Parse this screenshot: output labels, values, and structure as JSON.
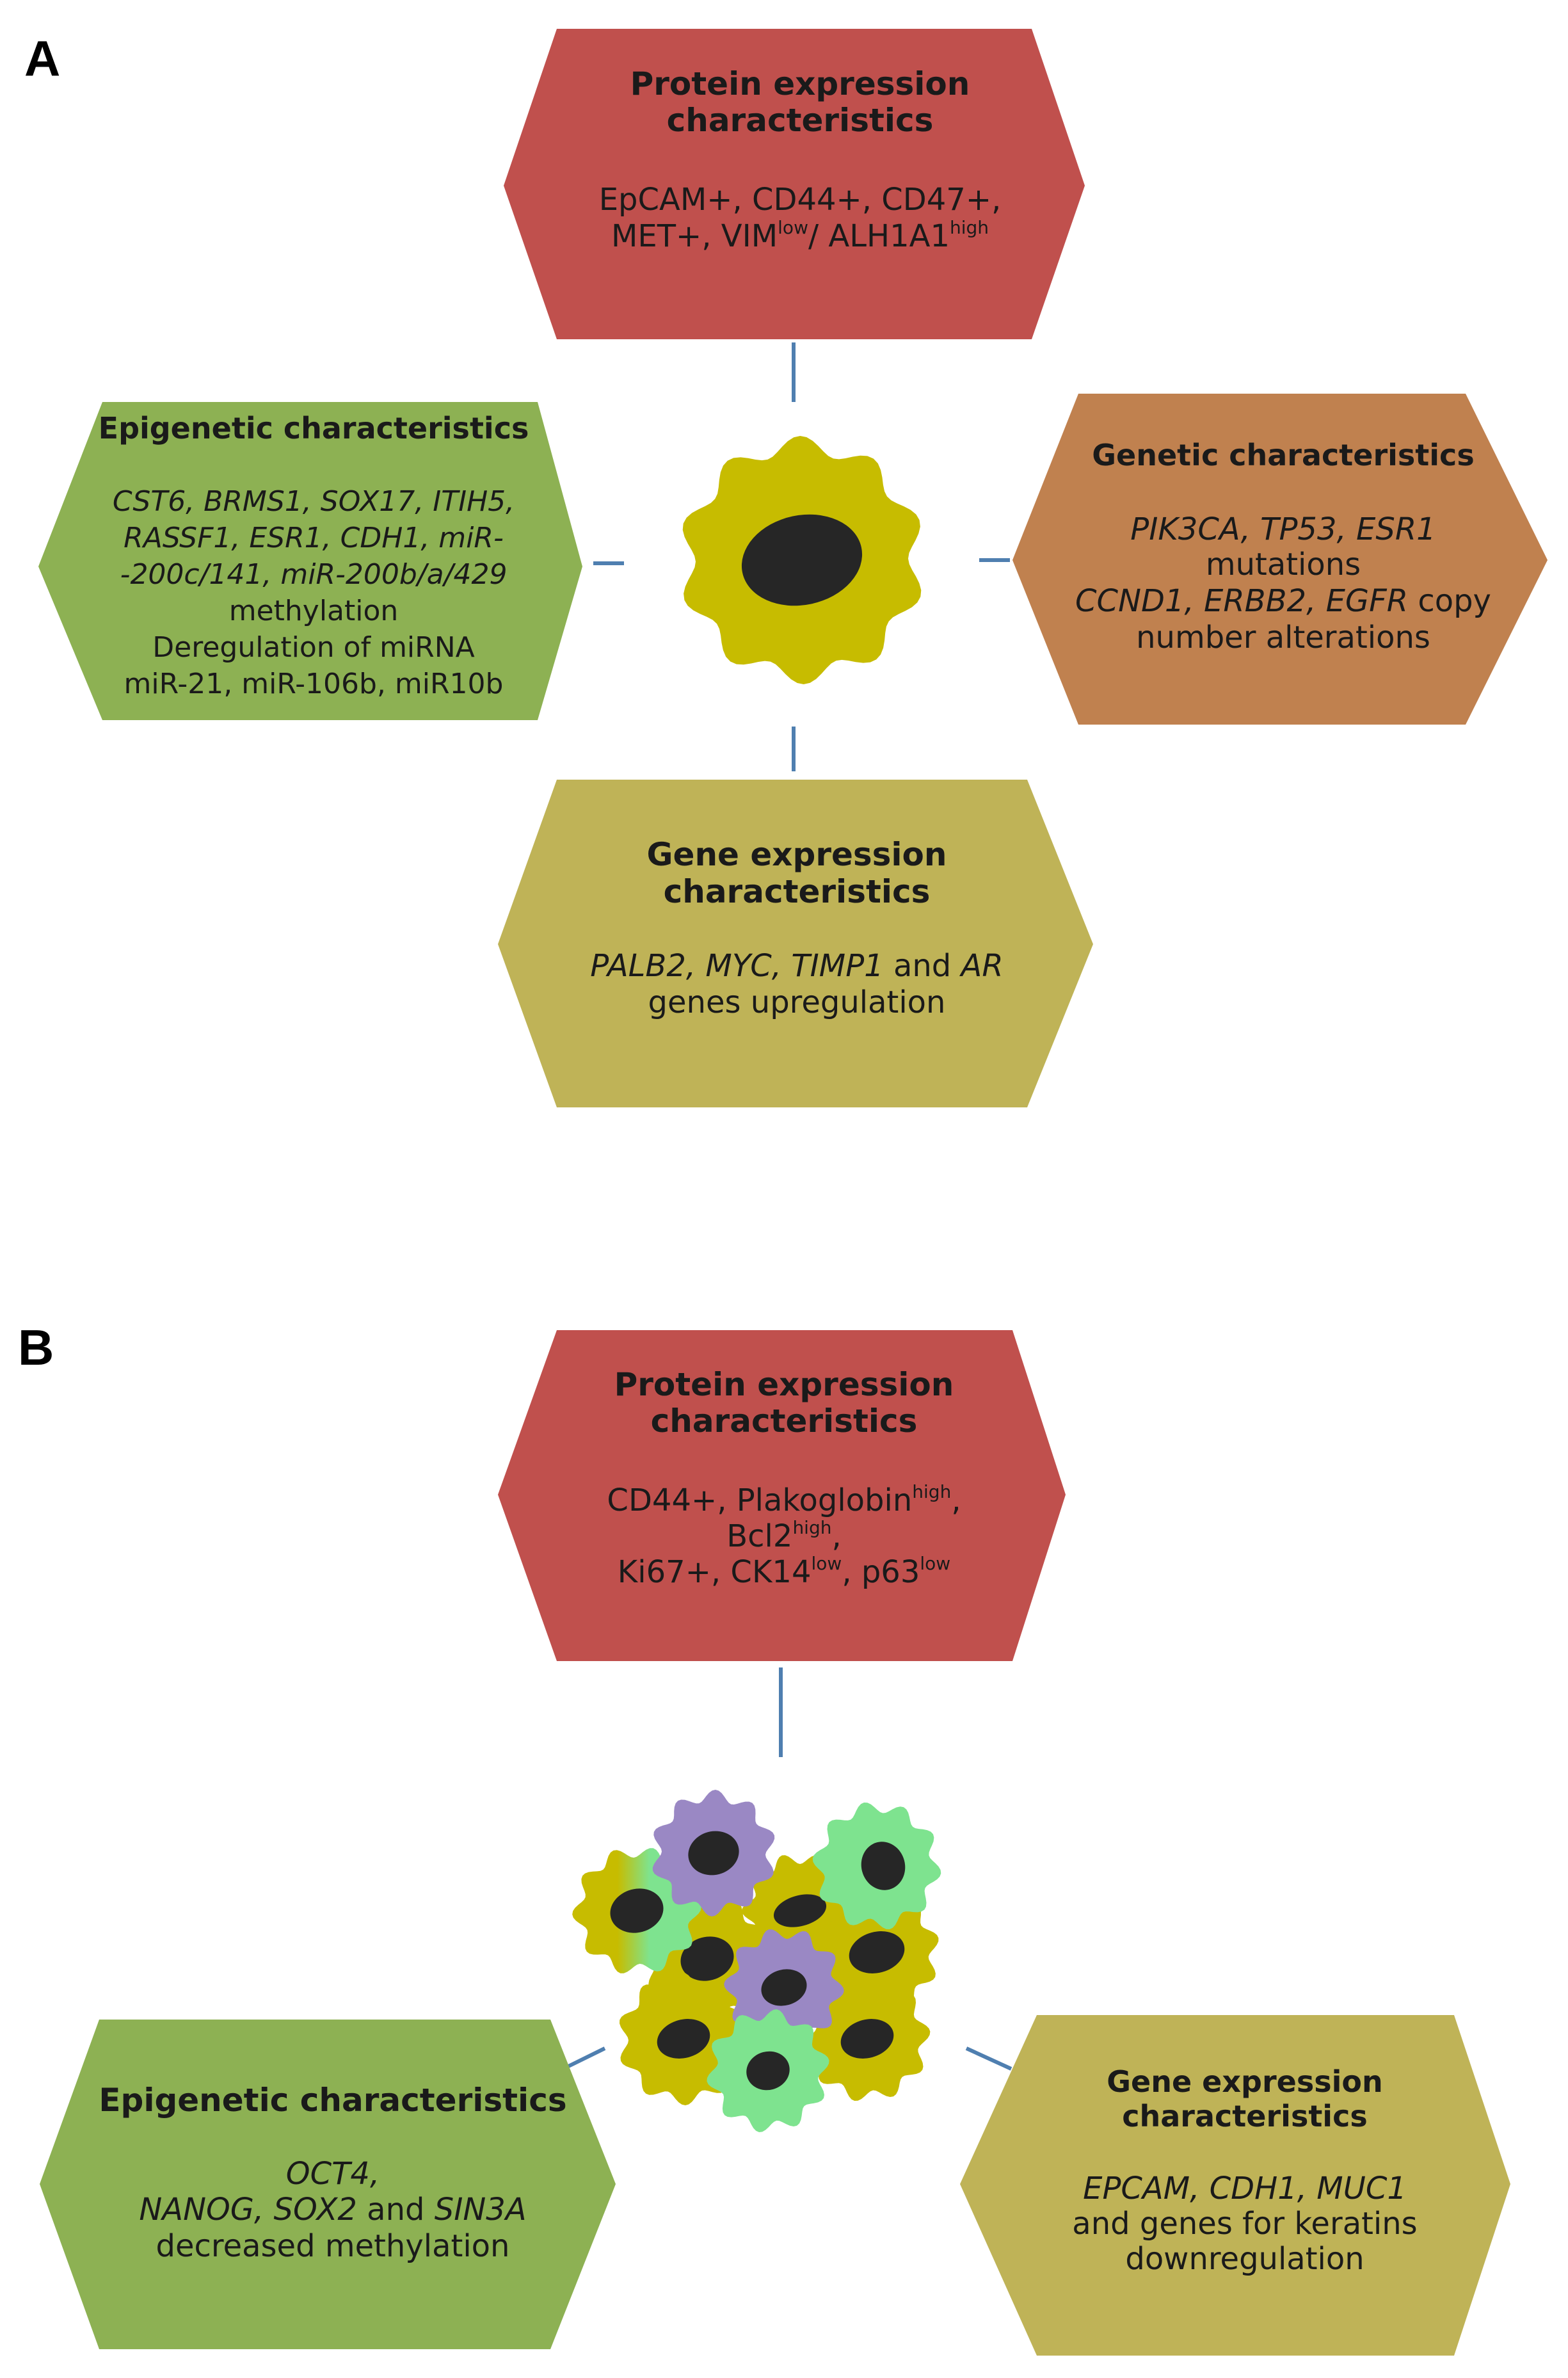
{
  "colors": {
    "protein": "#c0504d",
    "epigenetic": "#8db153",
    "genetic": "#c0814f",
    "gene_expression": "#bfb357",
    "cell_body": "#c7bc00",
    "nucleus": "#262626",
    "cell_green": "#7ee38f",
    "cell_purple": "#9a88c4",
    "connector": "#4f7fb0"
  },
  "panel_a": {
    "letter": "A",
    "protein": {
      "title_line1": "Protein expression",
      "title_line2": "characteristics",
      "line1": "EpCAM+, CD44+, CD47+,",
      "line2_a": "MET+, VIM",
      "line2_sup1": "low",
      "line2_b": "/ ALH1A1",
      "line2_sup2": "high"
    },
    "epigenetic": {
      "title": "Epigenetic characteristics",
      "line1": "CST6, BRMS1, SOX17, ITIH5,",
      "line2": "RASSF1, ESR1, CDH1, miR-",
      "line3": "-200c/141, miR-200b/a/429",
      "line4": "methylation",
      "line5": "Deregulation of miRNA",
      "line6": "miR-21, miR-106b, miR10b"
    },
    "genetic": {
      "title": "Genetic characteristics",
      "line1": "PIK3CA, TP53, ESR1",
      "line2": "mutations",
      "line3_italic": "CCND1, ERBB2, EGFR",
      "line3_plain": " copy",
      "line4": "number alterations"
    },
    "gene_expression": {
      "title_line1": "Gene expression",
      "title_line2": "characteristics",
      "line1_i1": "PALB2, MYC, TIMP1",
      "line1_p1": " and ",
      "line1_i2": "AR",
      "line2": "genes upregulation"
    }
  },
  "panel_b": {
    "letter": "B",
    "protein": {
      "title_line1": "Protein expression",
      "title_line2": "characteristics",
      "line1_a": "CD44+, Plakoglobin",
      "line1_sup": "high",
      "line1_b": ",",
      "line2_a": "Bcl2",
      "line2_sup": "high",
      "line2_b": ",",
      "line3_a": "Ki67+, CK14",
      "line3_sup1": "low",
      "line3_b": ", p63",
      "line3_sup2": "low"
    },
    "epigenetic": {
      "title": "Epigenetic characteristics",
      "line1": "OCT4,",
      "line2_i1": "NANOG, SOX2",
      "line2_p1": " and ",
      "line2_i2": "SIN3A",
      "line3": "decreased methylation"
    },
    "gene_expression": {
      "title_line1": "Gene expression",
      "title_line2": "characteristics",
      "line1": "EPCAM, CDH1, MUC1",
      "line2": "and genes for keratins",
      "line3": "downregulation"
    }
  }
}
